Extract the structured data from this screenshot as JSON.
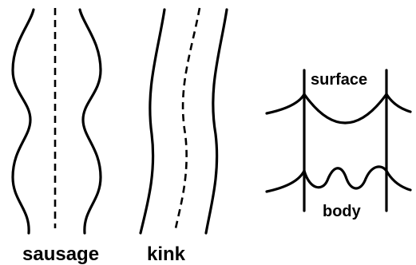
{
  "diagram": {
    "panels": {
      "sausage": {
        "label": "sausage"
      },
      "kink": {
        "label": "kink"
      },
      "modes": {
        "surface_label": "surface",
        "body_label": "body"
      }
    }
  }
}
